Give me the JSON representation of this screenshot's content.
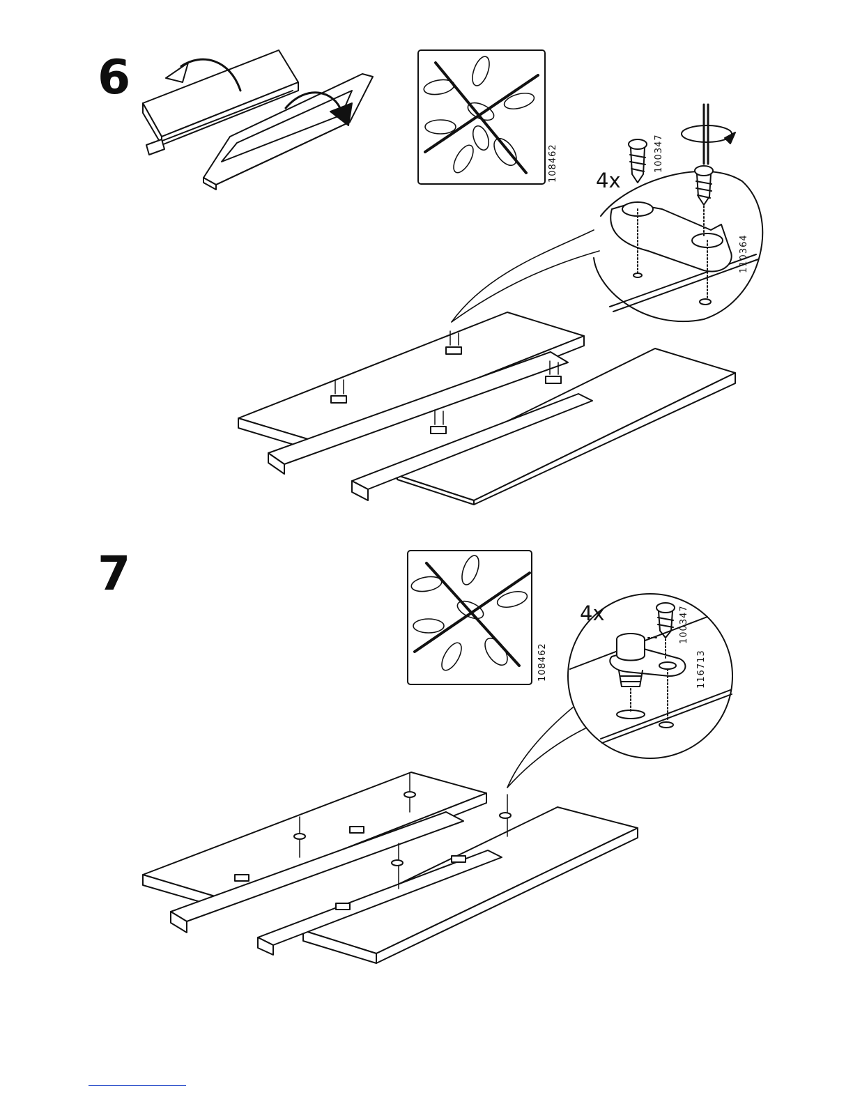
{
  "steps": [
    {
      "number": "6",
      "quantity": "4x",
      "part_numbers": [
        "108462",
        "100347",
        "110364"
      ]
    },
    {
      "number": "7",
      "quantity": "4x",
      "part_numbers": [
        "108462",
        "100347",
        "116713"
      ]
    }
  ],
  "icons": [
    "flip-arrow-icon",
    "crossed-out-screws-bag-icon",
    "screwdriver-icon",
    "rotate-arrow-icon",
    "screw-icon",
    "bracket-icon",
    "cam-lock-icon"
  ],
  "colors": {
    "line": "#111111",
    "background": "#ffffff",
    "footer_rule": "#3355cc"
  }
}
